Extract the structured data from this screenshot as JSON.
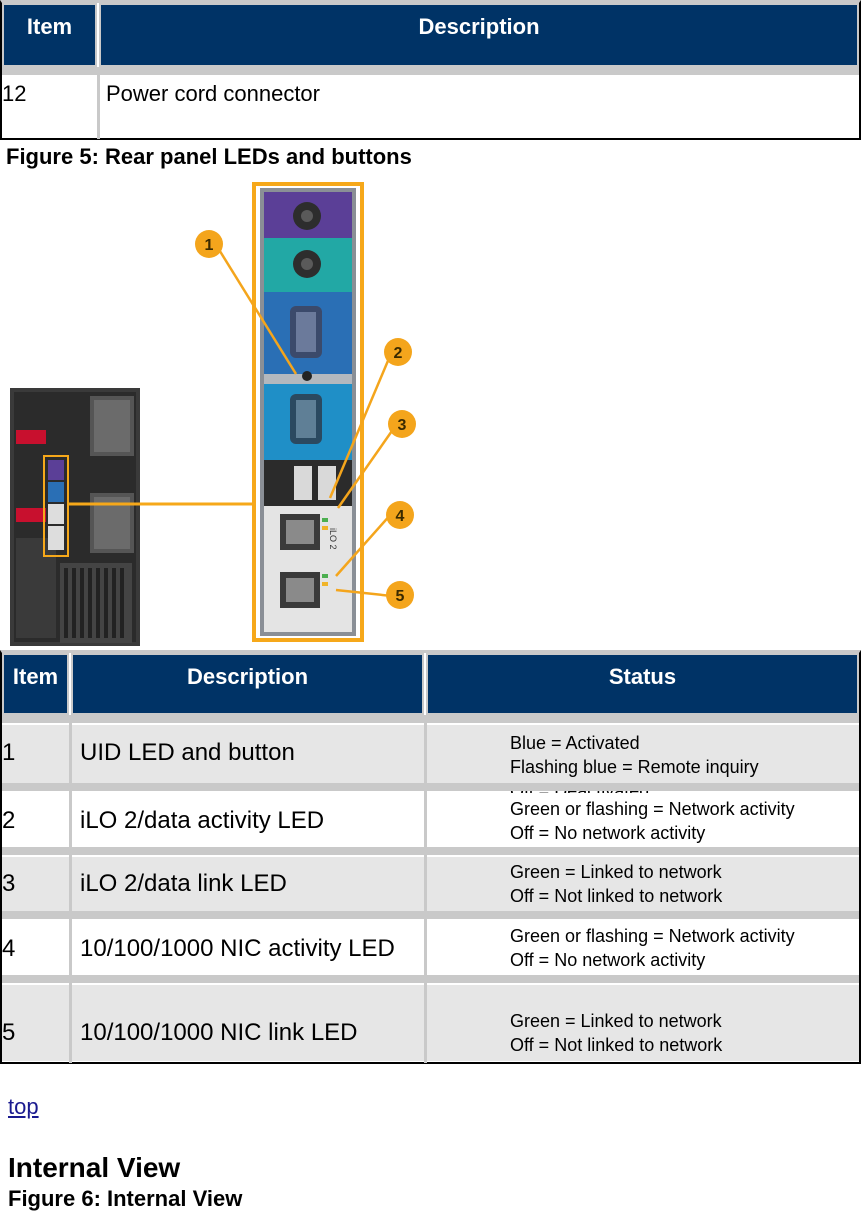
{
  "top_table": {
    "headers": [
      "Item",
      "Description"
    ],
    "row": {
      "item": "12",
      "description": "Power cord connector"
    }
  },
  "figure5": {
    "caption": "Figure 5: Rear panel LEDs and buttons",
    "callouts": [
      "1",
      "2",
      "3",
      "4",
      "5"
    ],
    "port_label": "iLO 2",
    "colors": {
      "callout": "#f4a51c",
      "frame": "#f6a81a",
      "purple": "#5b3f97",
      "teal": "#22a8a5",
      "blue": "#2a6fb5",
      "cyan": "#1f8fc7"
    }
  },
  "led_table": {
    "headers": [
      "Item",
      "Description",
      "Status"
    ],
    "rows": [
      {
        "item": "1",
        "description": "UID LED and button",
        "status": [
          "Blue = Activated",
          "Flashing blue = Remote inquiry",
          "Off = Deactivated"
        ]
      },
      {
        "item": "2",
        "description": "iLO 2/data activity LED",
        "status": [
          "Green or flashing = Network activity",
          "Off = No network activity"
        ]
      },
      {
        "item": "3",
        "description": "iLO 2/data link LED",
        "status": [
          "Green = Linked to network",
          "Off = Not linked to network"
        ]
      },
      {
        "item": "4",
        "description": "10/100/1000 NIC activity LED",
        "status": [
          "Green or flashing = Network activity",
          "Off = No network activity"
        ]
      },
      {
        "item": "5",
        "description": "10/100/1000 NIC link LED",
        "status": [
          "Green = Linked to network",
          "Off = Not linked to network"
        ]
      }
    ]
  },
  "links": {
    "top": "top"
  },
  "section": {
    "heading": "Internal View",
    "caption": "Figure 6: Internal View"
  },
  "colors": {
    "header_bg": "#003366",
    "grid": "#c9c9c9",
    "row_alt": "#e6e6e6",
    "link": "#1a1a8f"
  }
}
